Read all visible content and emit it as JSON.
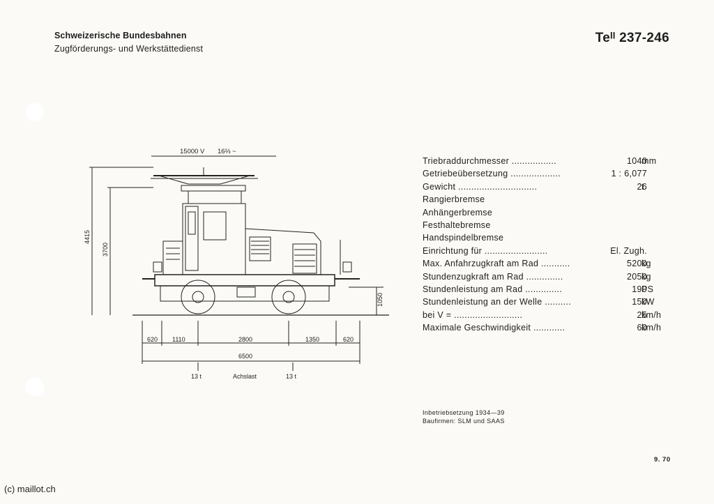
{
  "header": {
    "organization": "Schweizerische Bundesbahnen",
    "department": "Zugförderungs- und Werkstättedienst",
    "class_code": "Teᴵᴵ 237-246"
  },
  "diagram": {
    "voltage": "15000 V",
    "frequency": "16⅔ ~",
    "height_total": "4415",
    "height_cab": "3700",
    "height_buffer": "1050",
    "dim_620_left": "620",
    "dim_1110": "1110",
    "dim_2800": "2800",
    "dim_1350": "1350",
    "dim_620_right": "620",
    "dim_length": "6500",
    "axle_load_left": "13 t",
    "axle_load_label": "Achslast",
    "axle_load_right": "13 t"
  },
  "specs": [
    {
      "label": "Triebraddurchmesser .................",
      "value": "1040",
      "unit": "mm"
    },
    {
      "label": "Getriebeübersetzung ...................",
      "value": "1 : 6,077",
      "unit": ""
    },
    {
      "label": "Gewicht ..............................",
      "value": "26",
      "unit": "t"
    },
    {
      "label": "Rangierbremse",
      "value": "",
      "unit": ""
    },
    {
      "label": "Anhängerbremse",
      "value": "",
      "unit": ""
    },
    {
      "label": "Festhaltebremse",
      "value": "",
      "unit": ""
    },
    {
      "label": "Handspindelbremse",
      "value": "",
      "unit": ""
    },
    {
      "label": "Einrichtung für ........................",
      "value": "El. Zugh.",
      "unit": ""
    },
    {
      "label": "Max. Anfahrzugkraft am Rad ...........",
      "value": "5200",
      "unit": "kg"
    },
    {
      "label": "Stundenzugkraft am Rad ..............",
      "value": "2050",
      "unit": "kg"
    },
    {
      "label": "Stundenleistung am Rad ..............",
      "value": "190",
      "unit": "PS"
    },
    {
      "label": "Stundenleistung an der Welle ..........",
      "value": "150",
      "unit": "kW"
    },
    {
      "label": "    bei V = ..........................",
      "value": "25",
      "unit": "km/h"
    },
    {
      "label": "Maximale Geschwindigkeit ............",
      "value": "60",
      "unit": "km/h"
    }
  ],
  "commissioning": {
    "line1": "Inbetriebsetzung 1934—39",
    "line2": "Baufirmen: SLM und SAAS"
  },
  "edition": "9. 70",
  "copyright": "(c) maillot.ch"
}
